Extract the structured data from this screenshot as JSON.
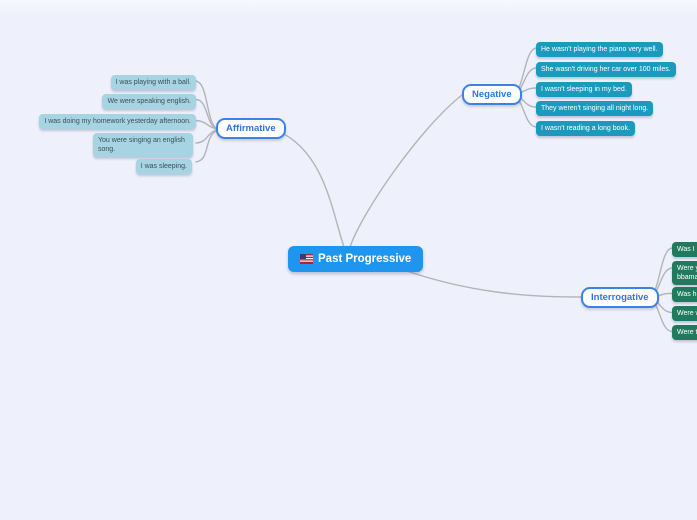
{
  "title": {
    "label": "Past Progressive",
    "icon": "us-flag"
  },
  "branches": {
    "affirmative": {
      "label": "Affirmative",
      "items": [
        "I was playing with a ball.",
        "We were speaking english.",
        "I was doing my homework yesterday afternoon.",
        "You were singing an english song.",
        "I was sleeping."
      ]
    },
    "negative": {
      "label": "Negative",
      "items": [
        "He wasn't playing the piano very well.",
        "She wasn't driving her car over 100 miles.",
        "I wasn't sleeping in my bed.",
        "They weren't singing all night long.",
        "I wasn't reading a long book."
      ]
    },
    "interrogative": {
      "label": "Interrogative",
      "items": [
        "Was I p",
        "Were yo\nbbama",
        "Was he",
        "Were we",
        "Were th"
      ]
    }
  },
  "colors": {
    "background": "#eef1fb",
    "root_fill": "#1e96f0",
    "branch_border": "#3b82e6",
    "branch_text": "#2d76dd",
    "affirmative_leaf": "#a7d4e2",
    "negative_leaf": "#1a9bbc",
    "interrogative_leaf": "#217a5e",
    "connector": "#b3b3b8"
  }
}
